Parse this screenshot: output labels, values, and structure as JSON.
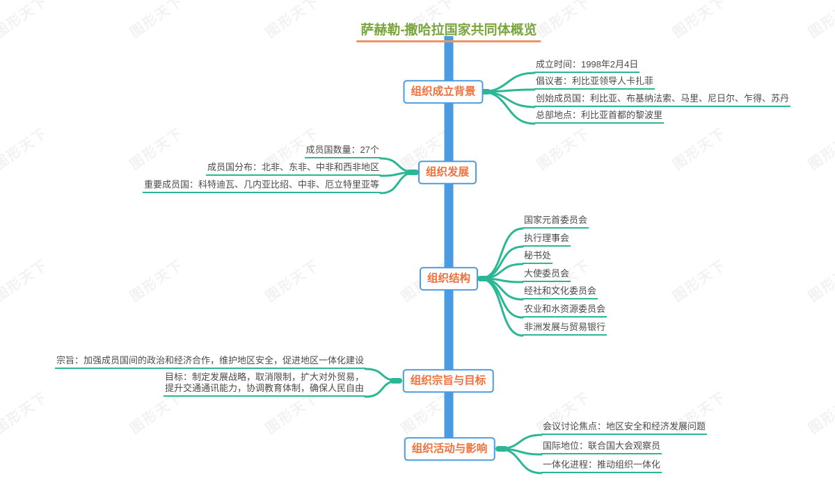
{
  "title": "萨赫勒-撒哈拉国家共同体概览",
  "watermark": {
    "text": "图形天下"
  },
  "colors": {
    "trunk": "#4a9be0",
    "branch": "#2bb795",
    "node_border": "#4a9be0",
    "node_text": "#f0703c",
    "leaf_text": "#4a4a4a",
    "title_text": "#7aa53e",
    "title_underline": "#ef9466",
    "watermark": "#f2f2f2"
  },
  "nodes": [
    {
      "label": "组织成立背景",
      "side": "right",
      "leaves": [
        "成立时间：1998年2月4日",
        "倡议者：利比亚领导人卡扎菲",
        "创始成员国：利比亚、布基纳法索、马里、尼日尔、乍得、苏丹",
        "总部地点：利比亚首都的黎波里"
      ]
    },
    {
      "label": "组织发展",
      "side": "left",
      "leaves": [
        "成员国数量：27个",
        "成员国分布：北非、东非、中非和西非地区",
        "重要成员国：科特迪瓦、几内亚比绍、中非、厄立特里亚等"
      ]
    },
    {
      "label": "组织结构",
      "side": "right",
      "leaves": [
        "国家元首委员会",
        "执行理事会",
        "秘书处",
        "大使委员会",
        "经社和文化委员会",
        "农业和水资源委员会",
        "非洲发展与贸易银行"
      ]
    },
    {
      "label": "组织宗旨与目标",
      "side": "left",
      "leaves": [
        "宗旨：加强成员国间的政治和经济合作，维护地区安全，促进地区一体化建设",
        "目标：制定发展战略，取消限制，扩大对外贸易，\n提升交通通讯能力，协调教育体制，确保人民自由"
      ]
    },
    {
      "label": "组织活动与影响",
      "side": "right",
      "leaves": [
        "会议讨论焦点：地区安全和经济发展问题",
        "国际地位：联合国大会观察员",
        "一体化进程：推动组织一体化"
      ]
    }
  ]
}
